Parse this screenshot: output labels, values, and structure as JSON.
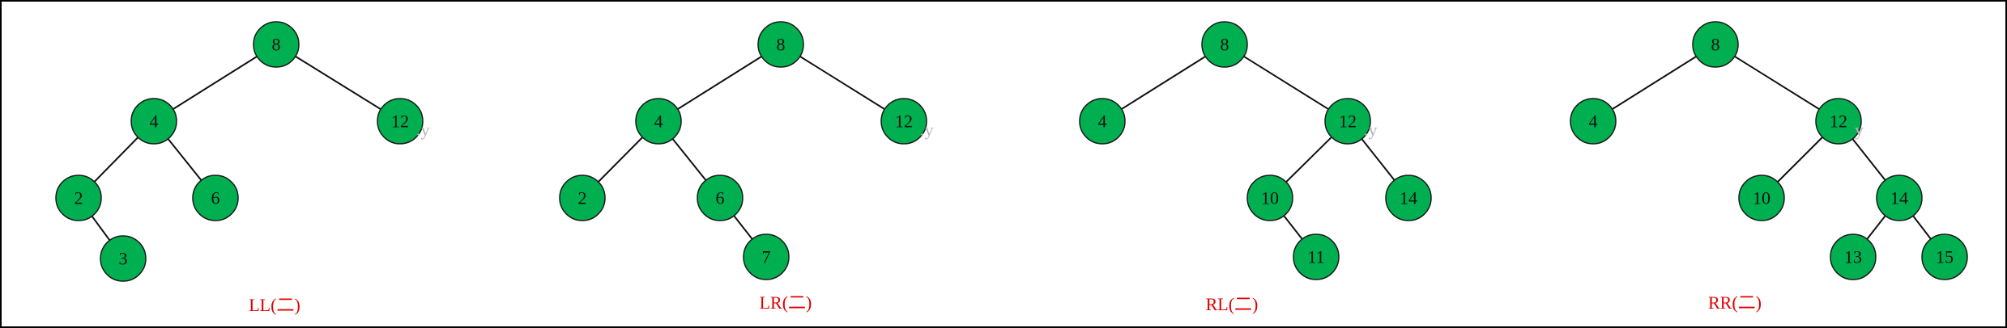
{
  "diagrams": [
    {
      "caption": "LL(二)",
      "nodes": [
        {
          "id": "a",
          "label": "8"
        },
        {
          "id": "b",
          "label": "4"
        },
        {
          "id": "c",
          "label": "12"
        },
        {
          "id": "d",
          "label": "2"
        },
        {
          "id": "e",
          "label": "6"
        },
        {
          "id": "f",
          "label": "3"
        }
      ],
      "edges": [
        [
          "a",
          "b"
        ],
        [
          "a",
          "c"
        ],
        [
          "b",
          "d"
        ],
        [
          "b",
          "e"
        ],
        [
          "d",
          "f"
        ]
      ],
      "annotations": [
        {
          "node": "c",
          "text": ".y"
        }
      ]
    },
    {
      "caption": "LR(二)",
      "nodes": [
        {
          "id": "a",
          "label": "8"
        },
        {
          "id": "b",
          "label": "4"
        },
        {
          "id": "c",
          "label": "12"
        },
        {
          "id": "d",
          "label": "2"
        },
        {
          "id": "e",
          "label": "6"
        },
        {
          "id": "f",
          "label": "7"
        }
      ],
      "edges": [
        [
          "a",
          "b"
        ],
        [
          "a",
          "c"
        ],
        [
          "b",
          "d"
        ],
        [
          "b",
          "e"
        ],
        [
          "e",
          "f"
        ]
      ],
      "annotations": [
        {
          "node": "c",
          "text": ".y"
        }
      ]
    },
    {
      "caption": "RL(二)",
      "nodes": [
        {
          "id": "a",
          "label": "8"
        },
        {
          "id": "b",
          "label": "4"
        },
        {
          "id": "c",
          "label": "12"
        },
        {
          "id": "d",
          "label": "10"
        },
        {
          "id": "e",
          "label": "14"
        },
        {
          "id": "f",
          "label": "11"
        }
      ],
      "edges": [
        [
          "a",
          "b"
        ],
        [
          "a",
          "c"
        ],
        [
          "c",
          "d"
        ],
        [
          "c",
          "e"
        ],
        [
          "d",
          "f"
        ]
      ],
      "annotations": [
        {
          "node": "c",
          "text": ".y"
        }
      ]
    },
    {
      "caption": "RR(二)",
      "nodes": [
        {
          "id": "a",
          "label": "8"
        },
        {
          "id": "b",
          "label": "4"
        },
        {
          "id": "c",
          "label": "12"
        },
        {
          "id": "d",
          "label": "10"
        },
        {
          "id": "e",
          "label": "14"
        },
        {
          "id": "f",
          "label": "13"
        },
        {
          "id": "g",
          "label": "15"
        }
      ],
      "edges": [
        [
          "a",
          "b"
        ],
        [
          "a",
          "c"
        ],
        [
          "c",
          "d"
        ],
        [
          "c",
          "e"
        ],
        [
          "e",
          "f"
        ],
        [
          "e",
          "g"
        ]
      ],
      "annotations": [
        {
          "node": "c",
          "text": "y"
        }
      ]
    }
  ],
  "colors": {
    "node_fill": "#00b050",
    "caption": "#e00000",
    "annotation": "#b5b5b5"
  }
}
